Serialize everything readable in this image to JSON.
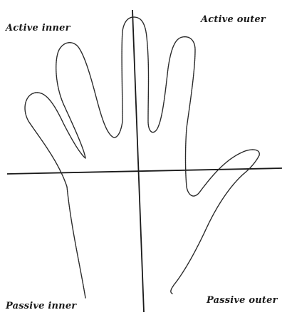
{
  "labels": {
    "active_inner": "Active inner",
    "active_outer": "Active outer",
    "passive_inner": "Passive inner",
    "passive_outer": "Passive outer"
  },
  "colors": {
    "background": "#ffffff",
    "ink": "#1a1a1a"
  }
}
